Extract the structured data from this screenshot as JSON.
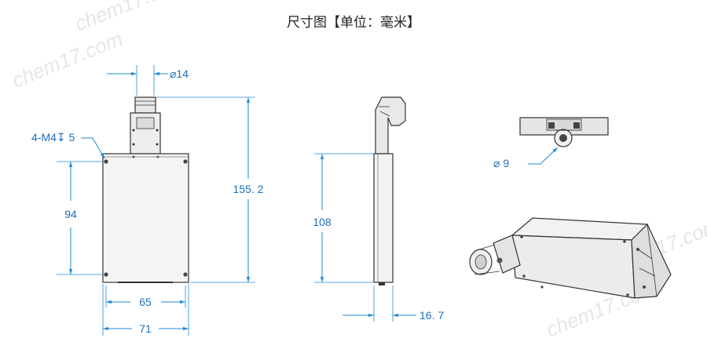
{
  "title": "尺寸图【单位：毫米】",
  "watermark": "chem17.com",
  "colors": {
    "dimension": "#1f8ad6",
    "dimension_text": "#1d6fb8",
    "body_fill": "#f4f4f4",
    "outline": "#333333"
  },
  "dims": {
    "connector_dia": "⌀14",
    "mount_holes": "4-M4↧ 5",
    "hole_spacing_v": "94",
    "overall_height": "155. 2",
    "hole_spacing_h": "65",
    "overall_width": "71",
    "side_length": "108",
    "thickness": "16. 7",
    "top_dia": "⌀ 9"
  }
}
